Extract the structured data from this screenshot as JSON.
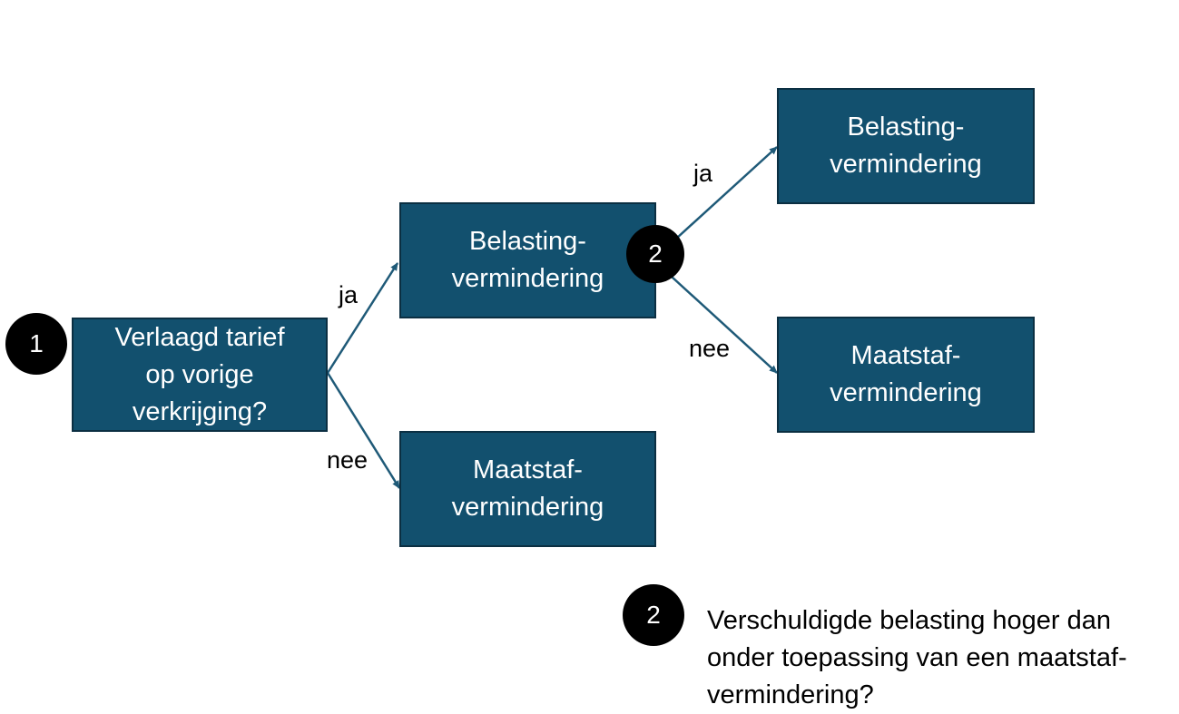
{
  "colors": {
    "box_fill": "#12506e",
    "box_border": "#0b2f42",
    "arrow": "#1f5a78",
    "marker": "#000000"
  },
  "start_marker": "1",
  "root": {
    "lines": [
      "Verlaagd tarief",
      "op vorige",
      "verkrijging?"
    ]
  },
  "level1": {
    "yes": {
      "label": "ja",
      "lines": [
        "Belasting-",
        "vermindering"
      ]
    },
    "no": {
      "label": "nee",
      "lines": [
        "Maatstaf-",
        "vermindering"
      ]
    }
  },
  "decision_marker": "2",
  "level2": {
    "yes": {
      "label": "ja",
      "lines": [
        "Belasting-",
        "vermindering"
      ]
    },
    "no": {
      "label": "nee",
      "lines": [
        "Maatstaf-",
        "vermindering"
      ]
    }
  },
  "legend": {
    "marker": "2",
    "lines": [
      "Verschuldigde belasting hoger dan",
      "onder toepassing van een maatstaf-",
      "vermindering?"
    ]
  }
}
